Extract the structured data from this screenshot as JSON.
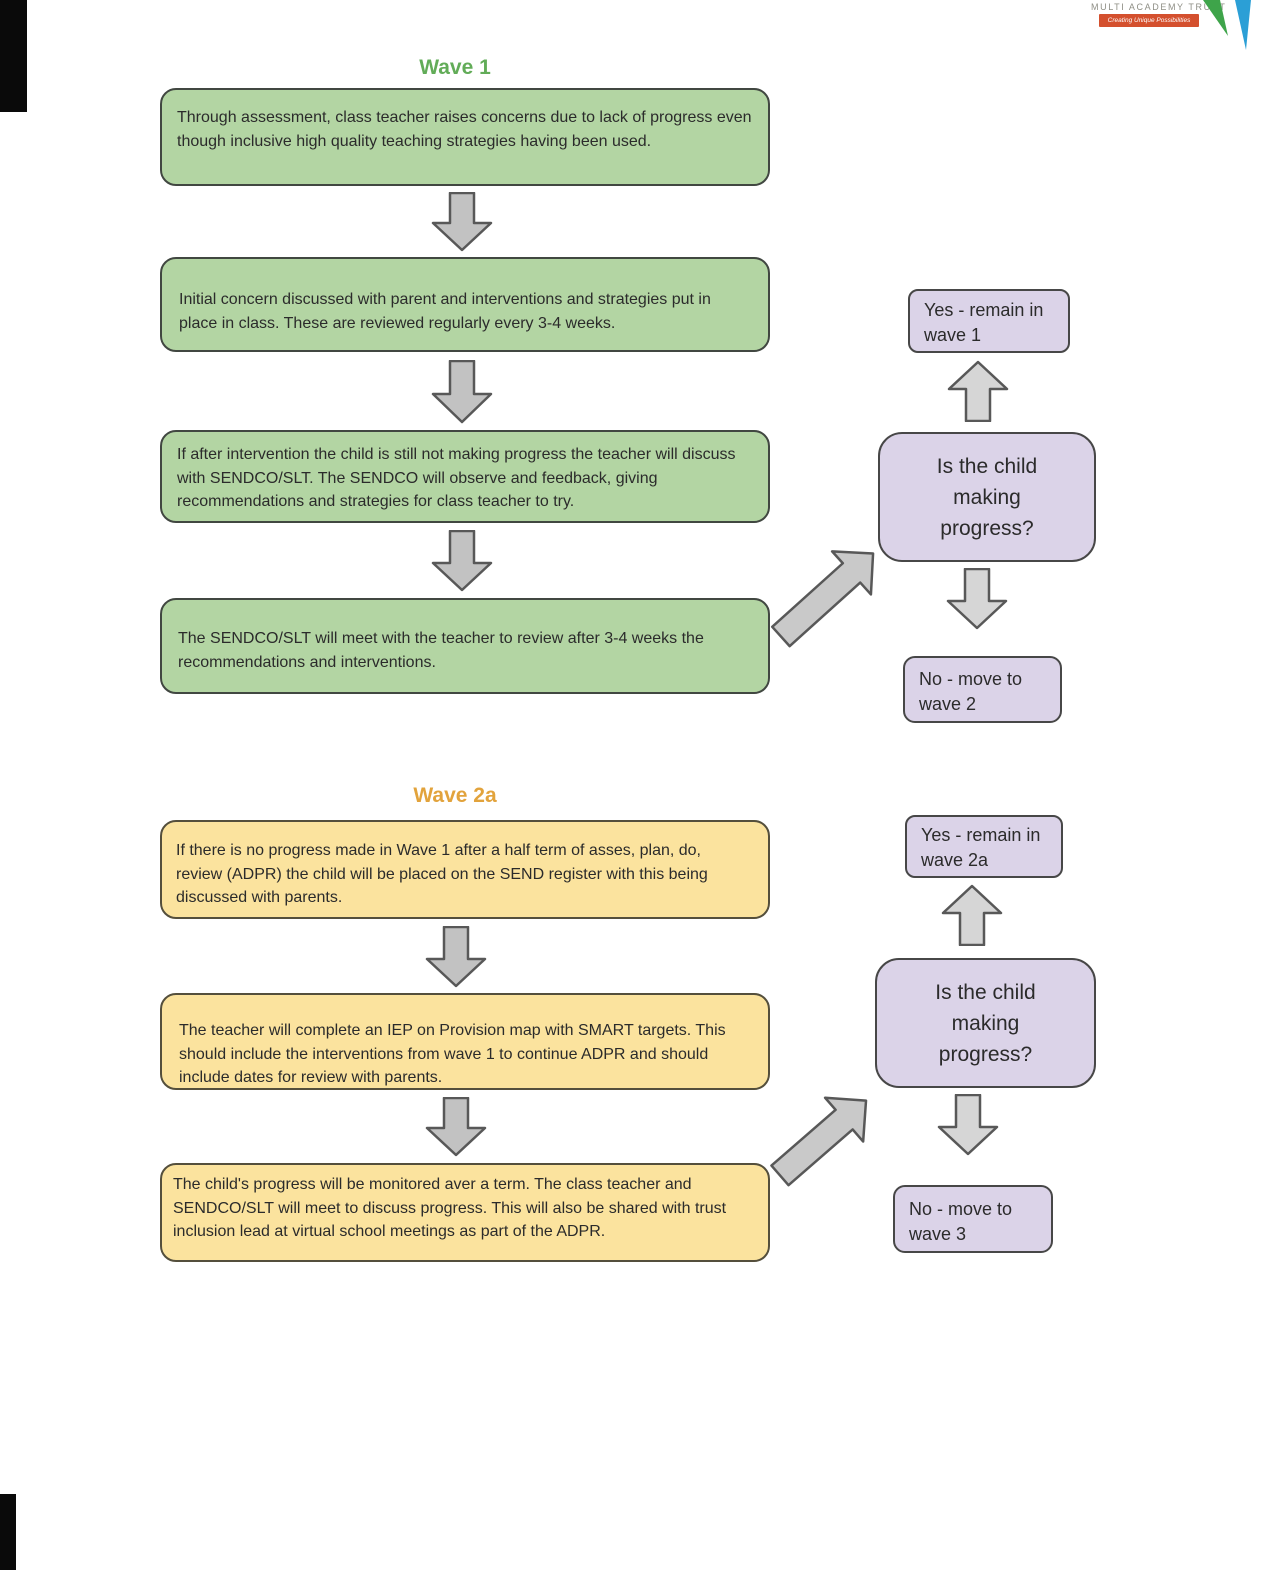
{
  "logo": {
    "trust_name": "MULTI ACADEMY TRUST",
    "tagline": "Creating Unique Possibilities",
    "banner_color": "#d4502e",
    "mark_green_color": "#3ea44a",
    "mark_blue_color": "#2b9fd6"
  },
  "colors": {
    "wave1_title": "#62ac58",
    "wave1_box_fill": "#b3d5a3",
    "wave2a_title": "#e2a33c",
    "wave2a_box_fill": "#fbe39e",
    "decision_box_fill": "#dbd3e8",
    "arrow_fill": "#c8c8c8"
  },
  "wave1": {
    "title": "Wave 1",
    "steps": [
      "Through assessment, class teacher raises concerns due to lack of progress even though inclusive high quality teaching strategies having been used.",
      "Initial concern discussed with parent and interventions and strategies put in place in class. These are reviewed regularly every 3-4 weeks.",
      "If after intervention the child is still not making progress the teacher will discuss with SENDCO/SLT. The SENDCO will observe and feedback, giving recommendations and strategies for class teacher to try.",
      "The SENDCO/SLT will meet with the teacher to review after 3-4 weeks the recommendations and interventions."
    ],
    "decision": {
      "question": "Is the child making progress?",
      "yes_label": "Yes - remain in wave 1",
      "no_label": "No - move to wave 2"
    }
  },
  "wave2a": {
    "title": "Wave 2a",
    "steps": [
      "If there is no progress made in Wave 1 after a half term of asses, plan, do, review (ADPR) the child will be placed on the SEND register with this being discussed with parents.",
      "The teacher will complete an IEP on Provision map with SMART targets. This should include the interventions from wave 1 to continue ADPR and should include dates for review with parents.",
      "The child's progress will be monitored aver a term. The class teacher and SENDCO/SLT will meet to discuss progress. This will also be shared with trust inclusion lead at virtual school meetings as part of the ADPR."
    ],
    "decision": {
      "question": "Is the child making progress?",
      "yes_label": "Yes - remain in wave 2a",
      "no_label": "No - move to wave 3"
    }
  }
}
